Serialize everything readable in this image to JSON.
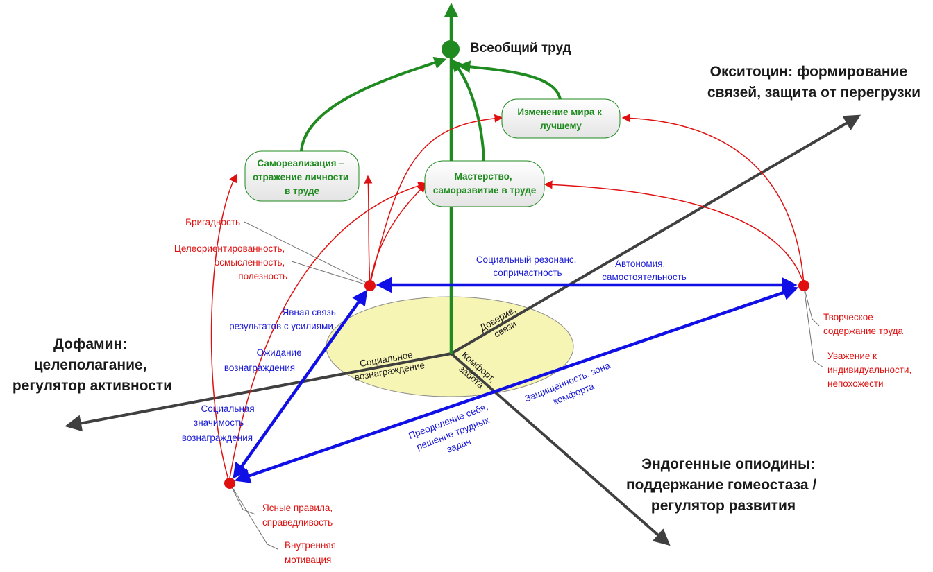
{
  "colors": {
    "green": "#1f8a1f",
    "blue": "#1010e6",
    "red": "#e01010",
    "axis": "#404040",
    "ellipse_fill": "#f7f5b4"
  },
  "top": {
    "title": "Всеобщий труд"
  },
  "axes": {
    "oxytocin": [
      "Окситоцин: формирование",
      "связей, защита от перегрузки"
    ],
    "dopamine": [
      "Дофамин:",
      "целеполагание,",
      "регулятор активности"
    ],
    "opioids": [
      "Эндогенные опиодины:",
      "поддержание гомеостаза /",
      "регулятор развития"
    ]
  },
  "boxes": {
    "self": [
      "Самореализация –",
      "отражение личности",
      "в труде"
    ],
    "mastery": [
      "Мастерство,",
      "саморазвитие в труде"
    ],
    "world": [
      "Изменение мира к",
      "лучшему"
    ]
  },
  "ellipse": {
    "trust": [
      "Доверие,",
      "связи"
    ],
    "reward": [
      "Социальное",
      "вознаграждение"
    ],
    "comfort": [
      "Комфорт,",
      "забота"
    ]
  },
  "blue_labels": {
    "resonance": [
      "Социальный резонанс,",
      "сопричастность"
    ],
    "autonomy": [
      "Автономия,",
      "самостоятельность"
    ],
    "explicit": [
      "Явная связь",
      "результатов с усилиями"
    ],
    "expectation": [
      "Ожидание",
      "вознаграждения"
    ],
    "significance": [
      "Социальная",
      "значимость",
      "вознаграждения"
    ],
    "security": [
      "Защищенность, зона",
      "комфорта"
    ],
    "overcome": [
      "Преодоление себя,",
      "решение трудных",
      "задач"
    ]
  },
  "red_labels": {
    "brigade": [
      "Бригадность"
    ],
    "goal": [
      "Целеориентированность,",
      "осмысленность,",
      "полезность"
    ],
    "creative": [
      "Творческое",
      "содержание труда"
    ],
    "respect": [
      "Уважение к",
      "индивидуальности,",
      "непохожести"
    ],
    "rules": [
      "Ясные правила,",
      "справедливость"
    ],
    "motivation": [
      "Внутренняя",
      "мотивация"
    ]
  }
}
